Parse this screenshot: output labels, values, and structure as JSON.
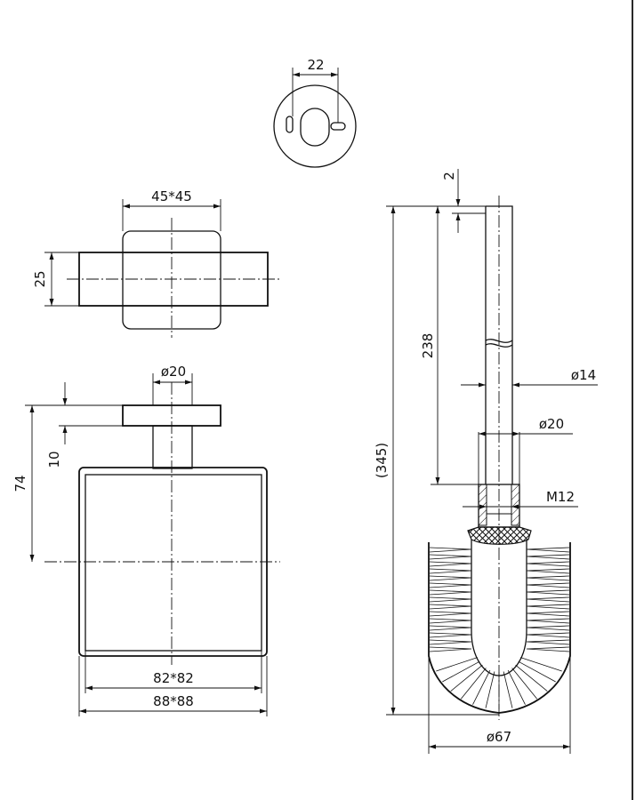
{
  "dimensions": {
    "wall_plate_hole_spacing": "22",
    "base_size": "45*45",
    "base_height": "25",
    "holder_neck_diameter": "ø20",
    "holder_plate_thickness": "10",
    "holder_height": "74",
    "holder_inner_size": "82*82",
    "holder_outer_size": "88*88",
    "handle_top_offset": "2",
    "handle_length": "238",
    "overall_length": "(345)",
    "handle_diameter": "ø14",
    "ferrule_diameter": "ø20",
    "thread": "M12",
    "brush_diameter": "ø67"
  }
}
